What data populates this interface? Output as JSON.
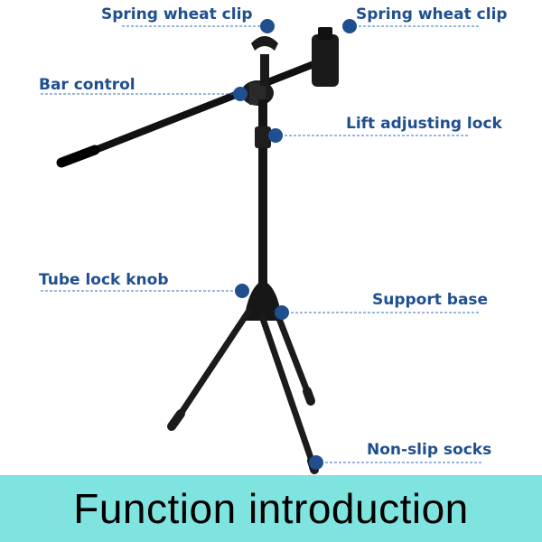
{
  "labels": {
    "spring_clip_left": "Spring wheat clip",
    "spring_clip_right": "Spring wheat clip",
    "bar_control": "Bar control",
    "lift_lock": "Lift adjusting lock",
    "tube_lock": "Tube lock knob",
    "support_base": "Support base",
    "non_slip": "Non-slip socks"
  },
  "footer": {
    "title": "Function introduction"
  },
  "colors": {
    "label": "#1f4f8f",
    "dot": "#1f4f8f",
    "footer_bg": "#7fe3df",
    "stand": "#1a1a1a"
  }
}
